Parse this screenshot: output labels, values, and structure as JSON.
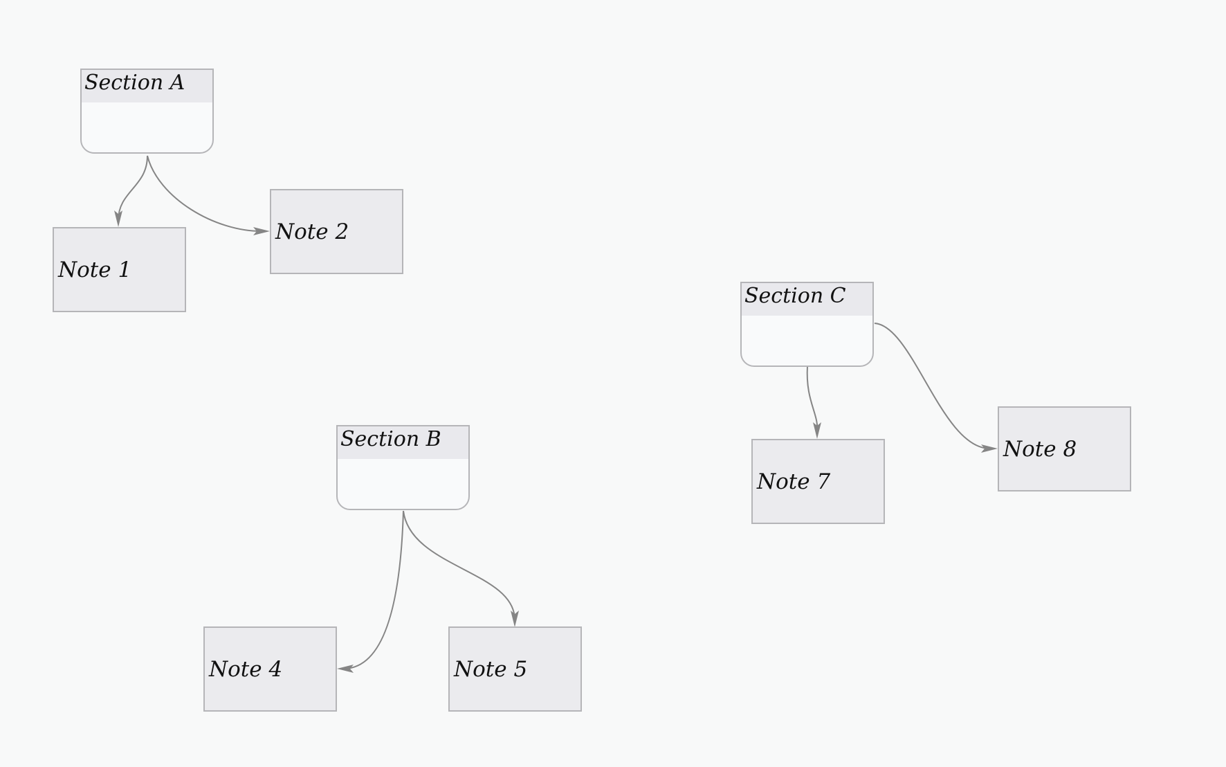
{
  "sections": [
    {
      "id": "section-a",
      "title": "Section A"
    },
    {
      "id": "section-b",
      "title": "Section B"
    },
    {
      "id": "section-c",
      "title": "Section C"
    }
  ],
  "notes": [
    {
      "id": "note-1",
      "label": "Note 1"
    },
    {
      "id": "note-2",
      "label": "Note 2"
    },
    {
      "id": "note-4",
      "label": "Note 4"
    },
    {
      "id": "note-5",
      "label": "Note 5"
    },
    {
      "id": "note-7",
      "label": "Note 7"
    },
    {
      "id": "note-8",
      "label": "Note 8"
    }
  ],
  "edges": [
    {
      "from": "Section A",
      "to": "Note 1"
    },
    {
      "from": "Section A",
      "to": "Note 2"
    },
    {
      "from": "Section B",
      "to": "Note 4"
    },
    {
      "from": "Section B",
      "to": "Note 5"
    },
    {
      "from": "Section C",
      "to": "Note 7"
    },
    {
      "from": "Section C",
      "to": "Note 8"
    }
  ],
  "colors": {
    "background": "#f8f9f9",
    "node_fill": "#ebebee",
    "node_border": "#b5b5b8",
    "edge": "#858585",
    "text": "#111111"
  }
}
